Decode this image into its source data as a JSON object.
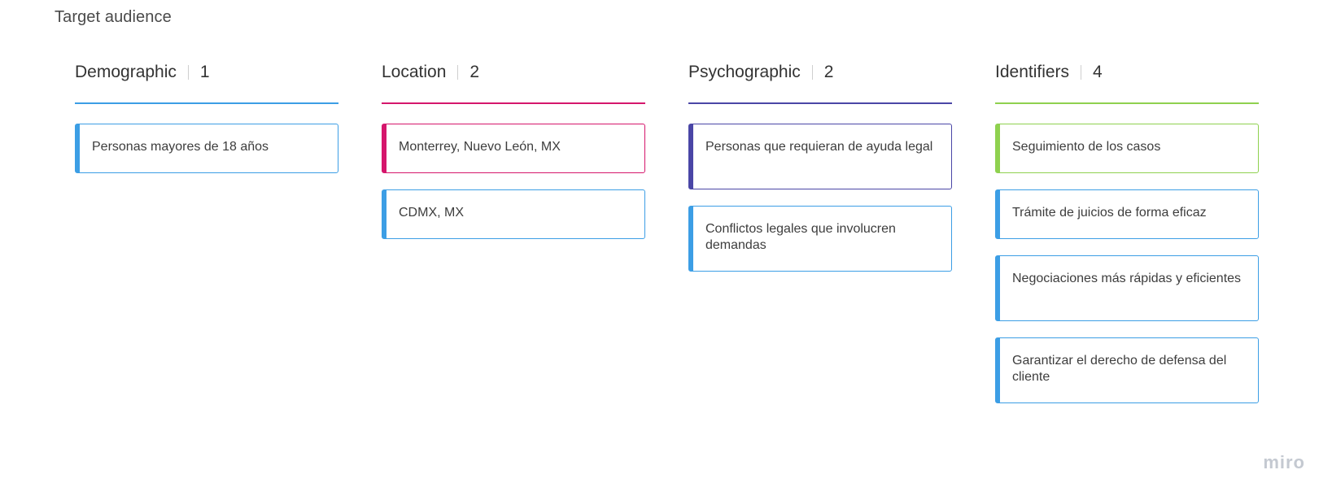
{
  "title": "Target audience",
  "brand": "miro",
  "colors": {
    "blue": "#3c9ee5",
    "magenta": "#d5166c",
    "indigo": "#4a46a6",
    "green": "#8fd14f"
  },
  "columns": [
    {
      "name": "Demographic",
      "count": "1",
      "cards": [
        {
          "text": "Personas mayores de 18 años"
        }
      ]
    },
    {
      "name": "Location",
      "count": "2",
      "cards": [
        {
          "text": "Monterrey, Nuevo León, MX"
        },
        {
          "text": "CDMX, MX"
        }
      ]
    },
    {
      "name": "Psychographic",
      "count": "2",
      "cards": [
        {
          "text": "Personas que requieran de ayuda legal"
        },
        {
          "text": "Conflictos legales que involucren demandas"
        }
      ]
    },
    {
      "name": "Identifiers",
      "count": "4",
      "cards": [
        {
          "text": "Seguimiento de los casos"
        },
        {
          "text": "Trámite de juicios de forma eficaz"
        },
        {
          "text": "Negociaciones más rápidas y eficientes"
        },
        {
          "text": "Garantizar el derecho de defensa del cliente"
        }
      ]
    }
  ]
}
